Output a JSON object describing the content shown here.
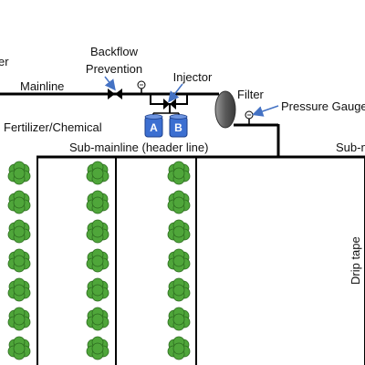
{
  "labels": {
    "water_source_partial": "er",
    "mainline": "Mainline",
    "backflow_line1": "Backflow",
    "backflow_line2": "Prevention",
    "injector": "Injector",
    "filter": "Filter",
    "pressure_gauge": "Pressure Gauge",
    "fertilizer": "Fertilizer/Chemical",
    "sub_mainline": "Sub-mainline (header line)",
    "sub_mainline_partial": "Sub-m",
    "drip_tape": "Drip tape",
    "tank_a": "A",
    "tank_b": "B"
  },
  "colors": {
    "pipe": "#000000",
    "tank": "#3c6fd1",
    "arrow": "#4472c4",
    "plant": "#4fa63a",
    "plant_edge": "#2c6b1f",
    "filter": "#6b6b6b"
  },
  "plant_rows": 3,
  "plants_per_row": 7
}
